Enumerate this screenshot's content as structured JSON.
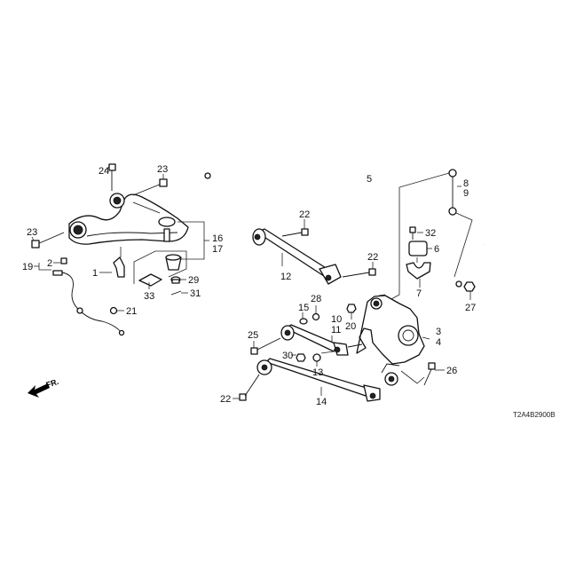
{
  "diagram": {
    "code": "T2A4B2900B",
    "direction_label": "FR.",
    "labels": {
      "l1": "1",
      "l2": "2",
      "l3": "3",
      "l4": "4",
      "l5": "5",
      "l6": "6",
      "l7": "7",
      "l8": "8",
      "l9": "9",
      "l10": "10",
      "l11": "11",
      "l12": "12",
      "l13": "13",
      "l14": "14",
      "l15": "15",
      "l16": "16",
      "l17": "17",
      "l19": "19",
      "l20": "20",
      "l21": "21",
      "l22a": "22",
      "l22b": "22",
      "l22c": "22",
      "l23a": "23",
      "l23b": "23",
      "l24": "24",
      "l25": "25",
      "l26": "26",
      "l27": "27",
      "l28": "28",
      "l29": "29",
      "l30": "30",
      "l31": "31",
      "l32": "32",
      "l33": "33"
    }
  }
}
